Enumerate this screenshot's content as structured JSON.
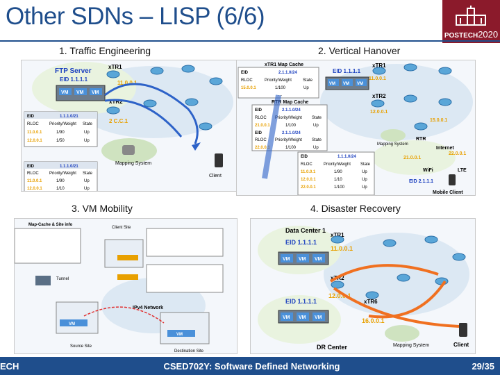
{
  "slide": {
    "title": "Other SDNs – LISP (6/6)",
    "logo": {
      "name": "POSTECH",
      "year": "2020"
    },
    "footer": {
      "left": "ECH",
      "center": "CSED702Y: Software Defined Networking",
      "page": "29/35"
    }
  },
  "panels": [
    {
      "title": "1. Traffic Engineering",
      "labels": {
        "server": "FTP Server",
        "eid": "EID 1.1.1.1",
        "xtr1": "xTR1",
        "xtr2": "xTR2",
        "rloc1": "11.0.0.1",
        "rloc2": "2 C.C.1",
        "mapping": "Mapping System",
        "client": "Client",
        "vm": "VM"
      },
      "table_top": {
        "headers": [
          "EID",
          "1.1.1.0/21"
        ],
        "subheaders": [
          "RLOC",
          "Priority/Weight",
          "State"
        ],
        "rows": [
          [
            "11.0.0.1",
            "1/90",
            "Up"
          ],
          [
            "12.0.0.1",
            "1/50",
            "Up"
          ]
        ]
      },
      "table_bottom": {
        "headers": [
          "EID",
          "1.1.1.0/21"
        ],
        "subheaders": [
          "RLOC",
          "Priority/Weight",
          "State"
        ],
        "rows": [
          [
            "11.0.0.1",
            "1/90",
            "Up"
          ],
          [
            "12.0.0.1",
            "1/10",
            "Up"
          ]
        ]
      }
    },
    {
      "title": "2. Vertical Hanover",
      "labels": {
        "xtr1_cache": "xTR1 Map Cache",
        "rtr_cache": "RTR Map Cache",
        "eid": "EID 1.1.1.1",
        "xtr1": "xTR1",
        "xtr2": "xTR2",
        "rloc1": "11.0.0.1",
        "rloc2": "12.0.0.1",
        "rtr_ip": "15.0.0.1",
        "rtr": "RTR",
        "internet": "Internet",
        "ip21": "21.0.0.1",
        "ip22": "22.0.0.1",
        "wifi": "WiFi",
        "lte": "LTE",
        "client_eid": "EID 2.1.1.1",
        "mobile": "Mobile Client",
        "mapping": "Mapping System",
        "vm": "VM"
      },
      "cache1": {
        "rows": [
          [
            "EID",
            "2.1.1.0/24"
          ],
          [
            "RLOC",
            "Priority/Weight",
            "State"
          ],
          [
            "15.0.0.1",
            "1/100",
            "Up"
          ],
          [
            "...",
            "",
            ""
          ]
        ]
      },
      "cache2": {
        "rows": [
          [
            "EID",
            "2.1.1.0/24"
          ],
          [
            "RLOC",
            "Priority/Weight",
            "State"
          ],
          [
            "21.0.0.1",
            "1/100",
            "Up"
          ],
          [
            "EID",
            "2.1.1.0/24"
          ],
          [
            "RLOC",
            "Priority/Weight",
            "State"
          ],
          [
            "22.0.0.1",
            "1/100",
            "Up"
          ]
        ]
      },
      "cache3": {
        "rows": [
          [
            "EID",
            "1.1.1.0/24"
          ],
          [
            "RLOC",
            "Priority/Weight",
            "State"
          ],
          [
            "11.0.0.1",
            "1/90",
            "Up"
          ],
          [
            "12.0.0.1",
            "1/10",
            "Up"
          ],
          [
            "22.0.0.1",
            "1/100",
            "Up"
          ]
        ]
      }
    },
    {
      "title": "3. VM Mobility",
      "labels": {
        "map_cache": "Map-Cache & Site info",
        "client_site": "Client Site",
        "ipv4_net": "IPv4 Network",
        "source_site": "Source Site",
        "dest_site": "Destination Site",
        "vm": "VM",
        "tunnel": "Tunnel"
      }
    },
    {
      "title": "4. Disaster Recovery",
      "labels": {
        "dc1": "Data Center 1",
        "eid1": "EID 1.1.1.1",
        "eid2": "EID 1.1.1.1",
        "rloc1": "11.0.0.1",
        "rloc2": "12.0.0.1",
        "rloc6": "16.0.0.1",
        "xtr1": "xTR1",
        "xtr2": "xTR2",
        "xtr6": "xTR6",
        "dr": "DR Center",
        "mapping": "Mapping System",
        "client": "Client",
        "vm": "VM"
      }
    }
  ],
  "colors": {
    "title": "#1f4e8c",
    "footer": "#1f4e8c",
    "logo": "#8b1a2b",
    "eid": "#1a3fbf",
    "rloc": "#e8a000",
    "arrow_orange": "#f07020",
    "arrow_blue": "#2d62c8",
    "router": "#5aa6d8"
  }
}
